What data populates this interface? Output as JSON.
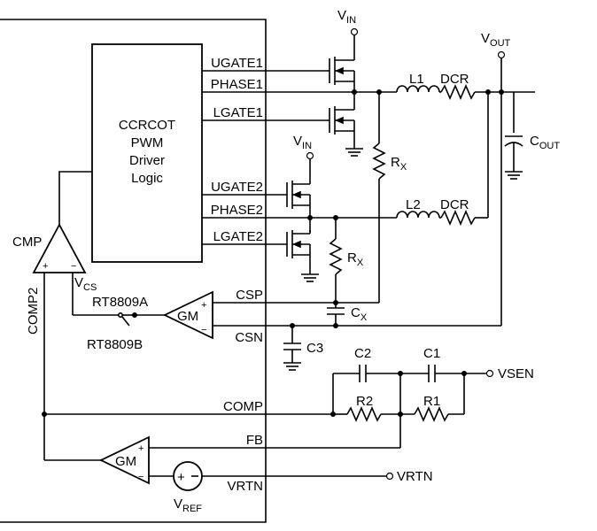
{
  "controller": {
    "line1": "CCRCOT",
    "line2": "PWM",
    "line3": "Driver",
    "line4": "Logic"
  },
  "pins": {
    "ugate1": "UGATE1",
    "phase1": "PHASE1",
    "lgate1": "LGATE1",
    "ugate2": "UGATE2",
    "phase2": "PHASE2",
    "lgate2": "LGATE2",
    "csp": "CSP",
    "csn": "CSN",
    "comp": "COMP",
    "fb": "FB",
    "vrtn": "VRTN"
  },
  "labels": {
    "vin": "V",
    "vin_sub": "IN",
    "vout": "V",
    "vout_sub": "OUT",
    "cout": "C",
    "cout_sub": "OUT",
    "l1": "L1",
    "l2": "L2",
    "dcr": "DCR",
    "rx": "R",
    "rx_sub": "X",
    "cx": "C",
    "cx_sub": "X",
    "c3": "C3",
    "c2": "C2",
    "c1": "C1",
    "r2": "R2",
    "r1": "R1",
    "vsen": "VSEN",
    "vrtn_ext": "VRTN",
    "cmp": "CMP",
    "comp2": "COMP2",
    "vcs": "V",
    "vcs_sub": "CS",
    "rt8809a": "RT8809A",
    "rt8809b": "RT8809B",
    "gm": "GM",
    "vref": "V",
    "vref_sub": "REF",
    "plus": "+",
    "minus": "−"
  }
}
